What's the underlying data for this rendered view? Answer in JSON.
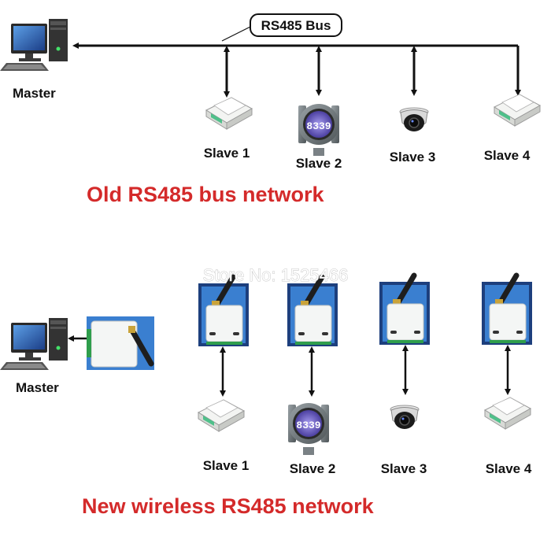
{
  "top": {
    "bus_label": "RS485 Bus",
    "master_label": "Master",
    "slaves": [
      "Slave 1",
      "Slave 2",
      "Slave 3",
      "Slave 4"
    ],
    "title": "Old RS485 bus network"
  },
  "bottom": {
    "master_label": "Master",
    "slaves": [
      "Slave 1",
      "Slave 2",
      "Slave 3",
      "Slave 4"
    ],
    "title": "New wireless RS485 network"
  },
  "watermark": "Store No: 1525466",
  "display_reading": "8339",
  "colors": {
    "title_red": "#d42a2a",
    "line": "#111111",
    "module_white": "#f4f6f5",
    "module_blue": "#2f73c2",
    "scale_screen": "#4fc08a",
    "transmitter_screen": "#8a7bd6",
    "antenna": "#222222"
  },
  "icons": {
    "master": "computer-icon",
    "scale": "weighing-scale-icon",
    "transmitter": "pressure-transmitter-icon",
    "camera": "dome-camera-icon",
    "module": "wireless-module-icon"
  }
}
